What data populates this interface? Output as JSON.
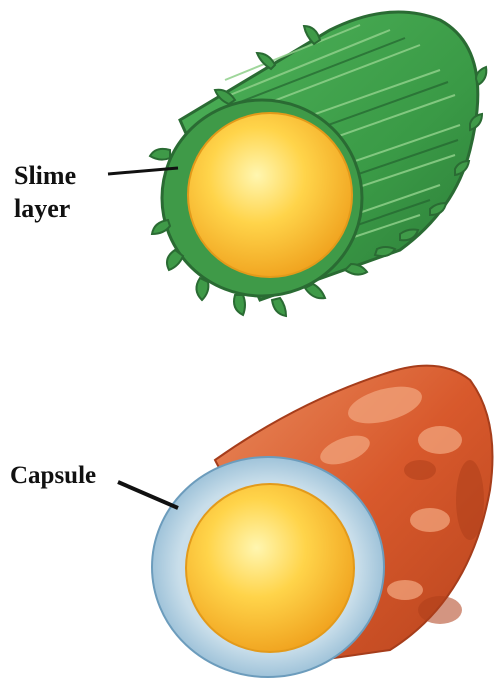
{
  "labels": {
    "slime_line1": "Slime",
    "slime_line2": "layer",
    "capsule": "Capsule"
  },
  "colors": {
    "slime_green": "#3f9a48",
    "slime_dark": "#2e6f3a",
    "cell_yellow": "#f6bd2d",
    "capsule_orange": "#d9582e",
    "capsule_blue": "#9fc6dc"
  }
}
